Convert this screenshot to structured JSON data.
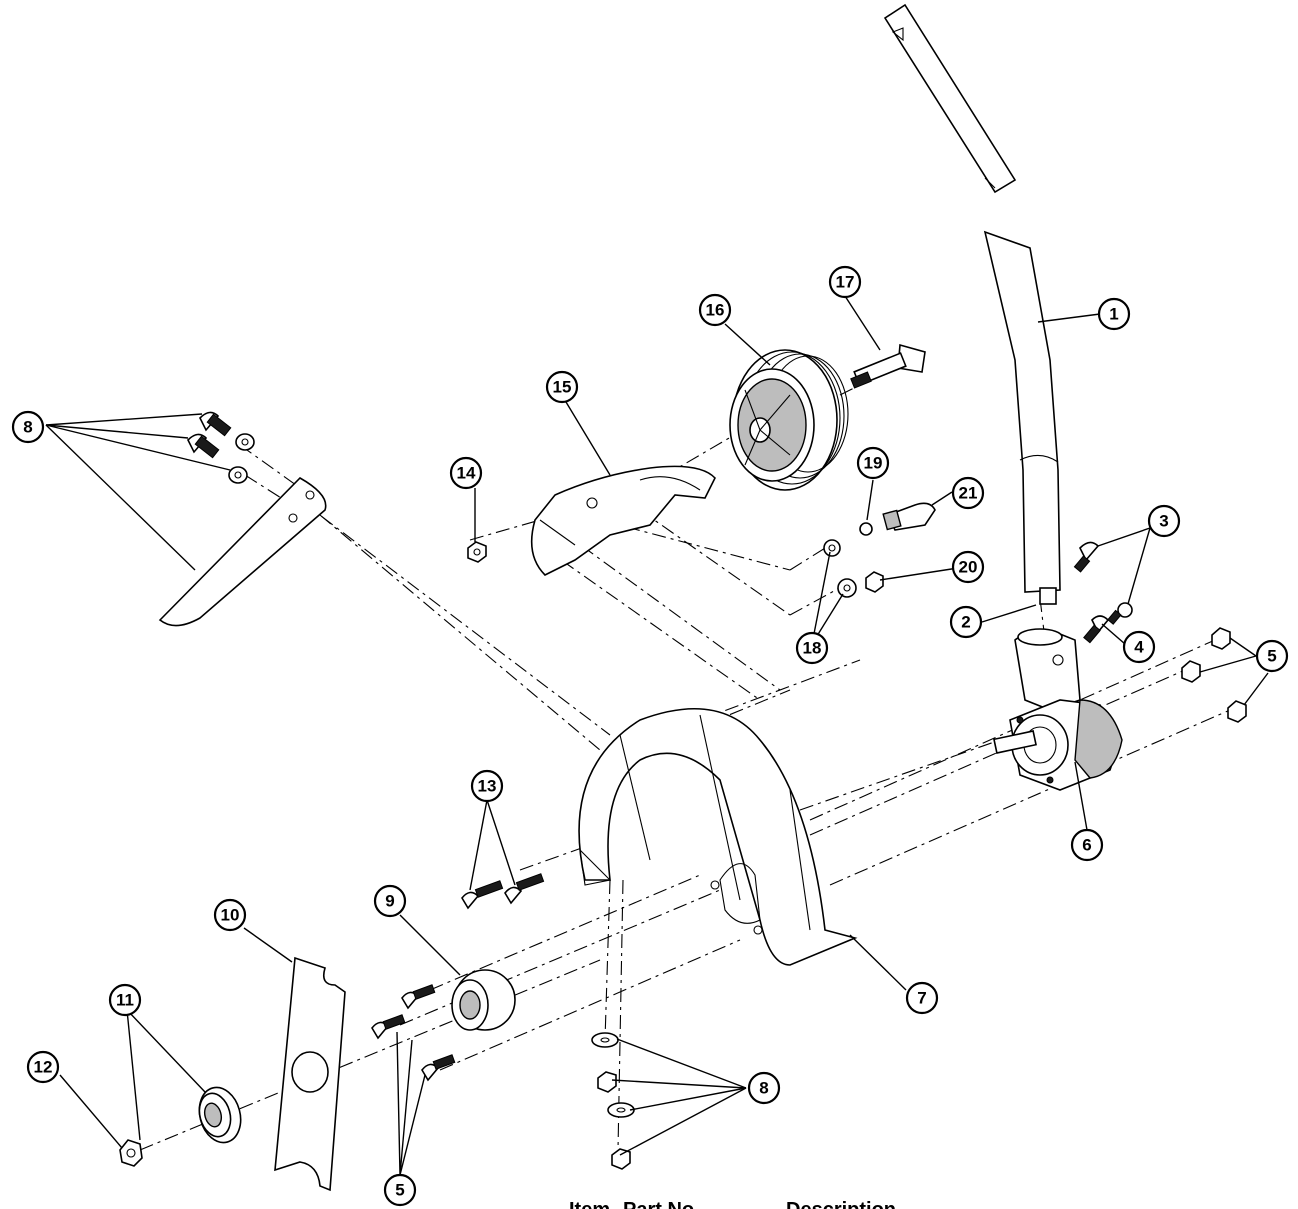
{
  "callouts": {
    "c1": "1",
    "c2": "2",
    "c3": "3",
    "c4": "4",
    "c5a": "5",
    "c5b": "5",
    "c6": "6",
    "c7": "7",
    "c8a": "8",
    "c8b": "8",
    "c9": "9",
    "c10": "10",
    "c11": "11",
    "c12": "12",
    "c13": "13",
    "c14": "14",
    "c15": "15",
    "c16": "16",
    "c17": "17",
    "c18": "18",
    "c19": "19",
    "c20": "20",
    "c21": "21"
  },
  "table_header": {
    "item": "Item",
    "part_no": "Part No.",
    "description": "Description"
  }
}
